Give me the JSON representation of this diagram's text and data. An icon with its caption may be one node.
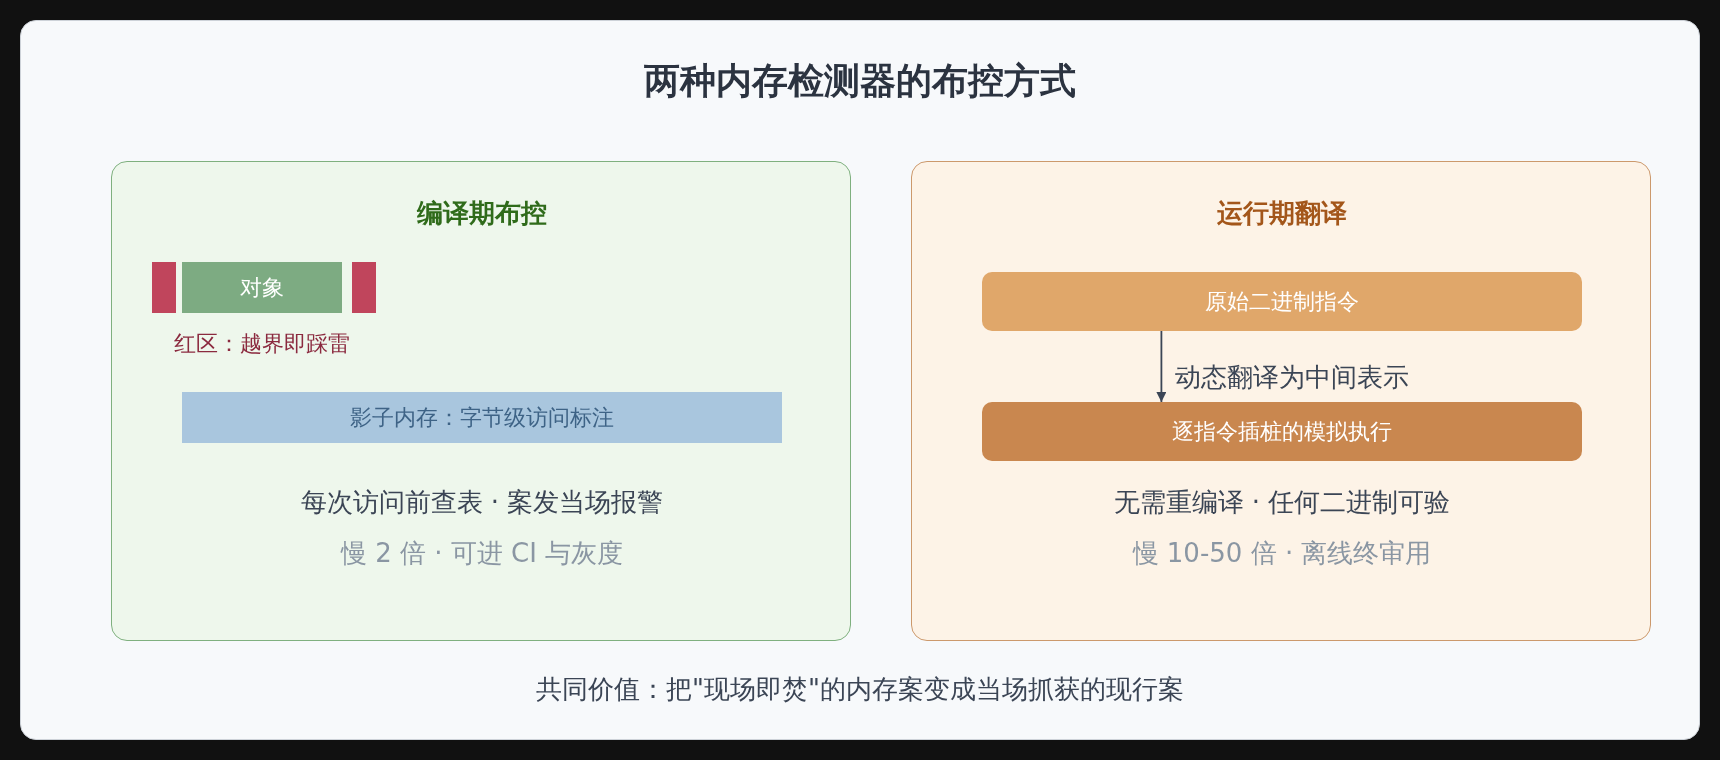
{
  "diagram": {
    "title": "两种内存检测器的布控方式",
    "caption": "共同价值：把\"现场即焚\"的内存案变成当场抓获的现行案",
    "nodes": [
      {
        "text": [
          "编译期布控",
          "红区：越界即踩雷",
          "每次访问前查表 · 案发当场报警",
          "慢 2 倍 · 可进 CI 与灰度"
        ]
      },
      {
        "text": [],
        "shape": "box",
        "in": 0
      },
      {
        "text": [
          "对象"
        ],
        "in": 0
      },
      {
        "text": [],
        "shape": "box",
        "in": 0
      },
      {
        "text": [
          "影子内存：字节级访问标注"
        ],
        "in": 0
      },
      {
        "text": [
          "运行期翻译",
          "无需重编译 · 任何二进制可验",
          "慢 10-50 倍 · 离线终审用"
        ]
      },
      {
        "text": [
          "原始二进制指令"
        ],
        "in": 5
      },
      {
        "text": [
          "逐指令插桩的模拟执行"
        ],
        "in": 5
      }
    ],
    "edges": [
      {
        "from": 6,
        "to": 7,
        "arrow": "to",
        "label": "动态翻译为中间表示"
      }
    ]
  }
}
